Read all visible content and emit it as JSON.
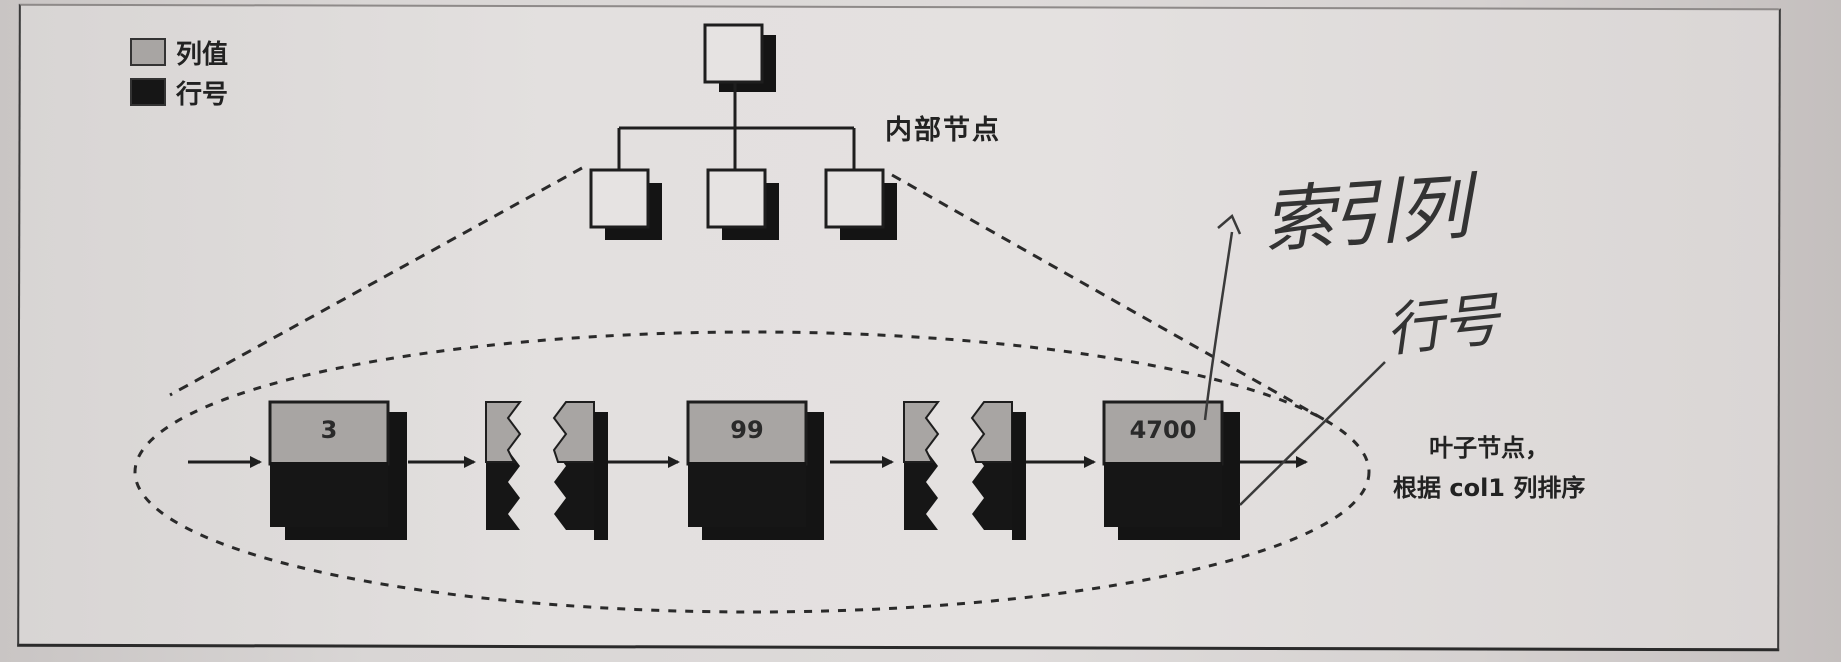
{
  "legend": {
    "items": [
      {
        "label": "列值",
        "swatch": "column-value",
        "color": "#a8a5a3"
      },
      {
        "label": "行号",
        "swatch": "row-number",
        "color": "#161616"
      }
    ]
  },
  "internal_nodes": {
    "label": "内部节点",
    "root_count": 1,
    "child_count": 3
  },
  "leaf_nodes": {
    "label_line1": "叶子节点，",
    "label_line2": "根据 col1 列排序",
    "values": [
      "3",
      "99",
      "4700"
    ]
  },
  "handwritten": {
    "index_column": "索引列",
    "row_number": "行号"
  },
  "colors": {
    "node_fill": "#e6e3e2",
    "column_value": "#a8a5a3",
    "row_number": "#161616",
    "shadow": "#141414",
    "line": "#1e1e1e"
  }
}
